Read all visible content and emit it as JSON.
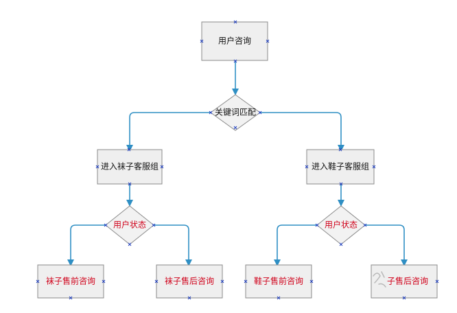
{
  "nodes": {
    "user_consult": "用户咨询",
    "keyword_match": "关键词匹配",
    "sock_group": "进入袜子客服组",
    "shoe_group": "进入鞋子客服组",
    "status_left": "用户状态",
    "status_right": "用户状态",
    "sock_presale": "袜子售前咨询",
    "sock_aftersale": "袜子售后咨询",
    "shoe_presale": "鞋子售前咨询",
    "shoe_aftersale": "子售后咨询"
  },
  "colors": {
    "connector": "#2f8fc4",
    "box_fill": "#efefef",
    "box_stroke": "#8a8a8a",
    "diamond_fill": "#f2f2f2",
    "text_black": "#111111",
    "text_red": "#d0021b",
    "port_marker": "#1f3fbf"
  }
}
